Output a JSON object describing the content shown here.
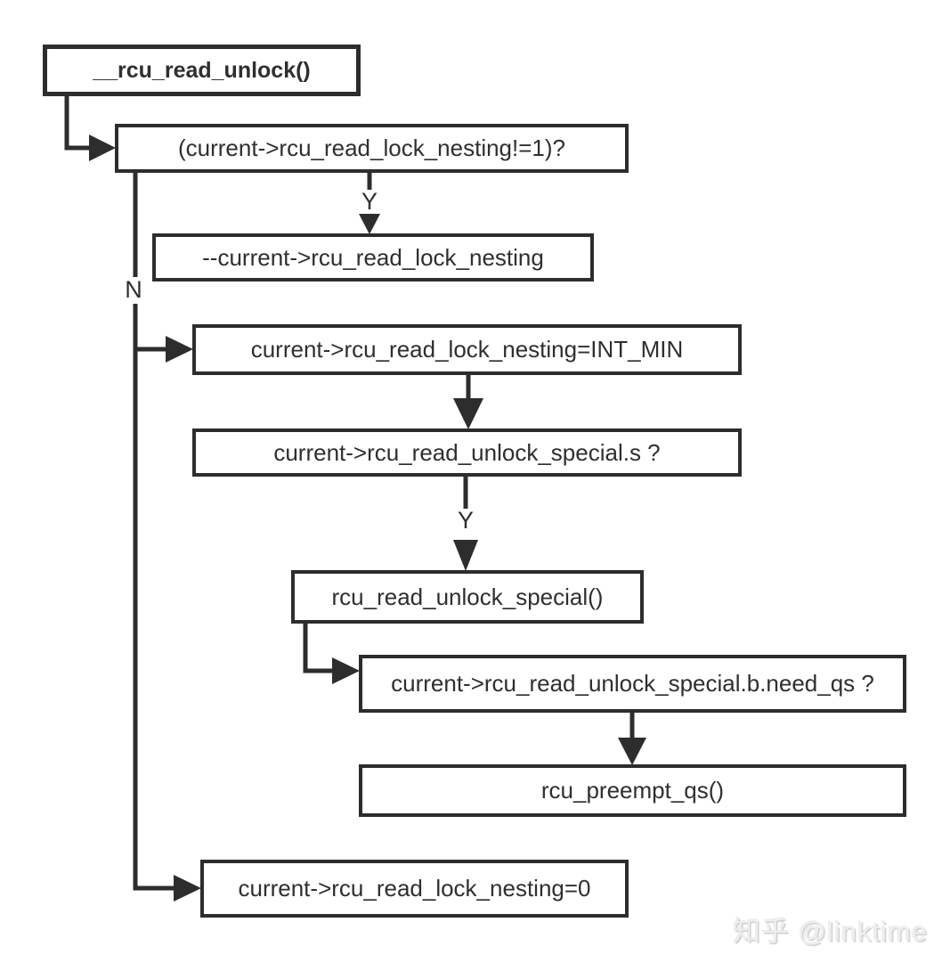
{
  "diagram": {
    "type": "flowchart",
    "nodes": [
      {
        "id": "entry",
        "label": "__rcu_read_unlock()"
      },
      {
        "id": "nesting-check",
        "label": "(current->rcu_read_lock_nesting!=1)?"
      },
      {
        "id": "decrement",
        "label": "--current->rcu_read_lock_nesting"
      },
      {
        "id": "set-int-min",
        "label": "current->rcu_read_lock_nesting=INT_MIN"
      },
      {
        "id": "special-check",
        "label": "current->rcu_read_unlock_special.s ?"
      },
      {
        "id": "unlock-special",
        "label": "rcu_read_unlock_special()"
      },
      {
        "id": "need-qs-check",
        "label": "current->rcu_read_unlock_special.b.need_qs ?"
      },
      {
        "id": "preempt-qs",
        "label": "rcu_preempt_qs()"
      },
      {
        "id": "set-zero",
        "label": "current->rcu_read_lock_nesting=0"
      }
    ],
    "edge_labels": {
      "nesting_yes": "Y",
      "nesting_no": "N",
      "special_yes": "Y"
    },
    "colors": {
      "line": "#2d2d2d",
      "background": "#ffffff",
      "watermark": "#efefef"
    }
  },
  "watermark": {
    "text": "知乎 @linktime"
  }
}
